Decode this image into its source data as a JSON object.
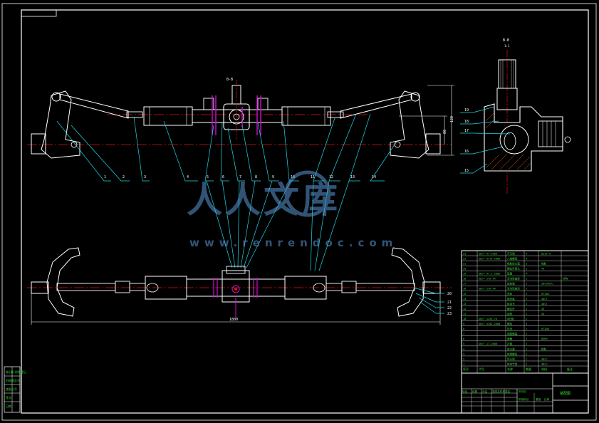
{
  "drawing": {
    "section_label": "B-B",
    "section_scale": "1:1",
    "overall_length": "1800",
    "side_dims": [
      "80",
      "120"
    ]
  },
  "balloons_top": [
    "1",
    "2",
    "3",
    "4",
    "5",
    "6",
    "7",
    "8",
    "9",
    "10",
    "11",
    "12",
    "13",
    "14"
  ],
  "balloons_section": [
    "19",
    "18",
    "17",
    "16",
    "15"
  ],
  "balloons_bottom": [
    "20",
    "21",
    "22",
    "23"
  ],
  "watermark": {
    "brand": "人人文库",
    "url": "www.renrendoc.com"
  },
  "bom": {
    "rows": [
      [
        "23",
        "GB/T 91-2000",
        "开口销",
        "4",
        "Q235-A",
        ""
      ],
      [
        "22",
        "GB/T 6170-2000",
        "六角螺母",
        "4",
        "",
        ""
      ],
      [
        "21",
        "",
        "橡胶防尘套",
        "2",
        "橡胶",
        ""
      ],
      [
        "20",
        "",
        "横拉杆接头",
        "2",
        "45",
        ""
      ],
      [
        "19",
        "GB/T 97.1-2002",
        "垫圈",
        "4",
        "",
        ""
      ],
      [
        "18",
        "GB/T 276-94",
        "深沟球轴承",
        "1",
        "",
        "外购"
      ],
      [
        "17",
        "",
        "齿轮轴",
        "1",
        "20CrMnTi",
        ""
      ],
      [
        "16",
        "GB/T 276-94",
        "深沟球轴承",
        "1",
        "",
        ""
      ],
      [
        "15",
        "",
        "壳体",
        "1",
        "HT200",
        ""
      ],
      [
        "14",
        "",
        "梯形臂",
        "2",
        "40Cr",
        ""
      ],
      [
        "13",
        "",
        "转向节",
        "2",
        "40Cr",
        ""
      ],
      [
        "12",
        "",
        "横拉杆",
        "2",
        "45",
        ""
      ],
      [
        "11",
        "",
        "齿条",
        "1",
        "45",
        ""
      ],
      [
        "10",
        "GB/T 1235-76",
        "O形圈",
        "2",
        "",
        ""
      ],
      [
        "9",
        "GB/T 5782-2000",
        "螺栓",
        "4",
        "",
        ""
      ],
      [
        "8",
        "",
        "压块",
        "1",
        "HT200",
        ""
      ],
      [
        "7",
        "",
        "调整螺塞",
        "1",
        "",
        ""
      ],
      [
        "6",
        "",
        "弹簧",
        "1",
        "65Mn",
        ""
      ],
      [
        "5",
        "GB/T 17-2000",
        "衬套",
        "2",
        "",
        ""
      ],
      [
        "4",
        "",
        "防尘罩",
        "2",
        "橡胶",
        ""
      ],
      [
        "3",
        "",
        "锁紧螺母",
        "2",
        "",
        ""
      ],
      [
        "2",
        "",
        "球头销",
        "2",
        "40Cr",
        ""
      ],
      [
        "1",
        "",
        "转向节臂",
        "2",
        "40Cr",
        ""
      ]
    ],
    "header": [
      "序号",
      "代号",
      "名称",
      "数量",
      "材料",
      "备注"
    ]
  },
  "title_block": {
    "title": "装配图",
    "left_labels": [
      "标记",
      "处数",
      "分区",
      "更改文件号",
      "签名",
      "年月日"
    ],
    "right_labels": [
      "阶段标记",
      "重量",
      "比例"
    ],
    "side_labels": [
      "借(通)用件登记",
      "旧底图总号",
      "底图总号",
      "签字",
      "日期"
    ]
  },
  "colors": {
    "frame": "#ffffff",
    "part": "#ffffff",
    "centerline": "#e01010",
    "leader": "#20d8e8",
    "magenta": "#d010d0",
    "table_text": "#30e030",
    "watermark": "#5a9ad8",
    "background": "#000000"
  }
}
